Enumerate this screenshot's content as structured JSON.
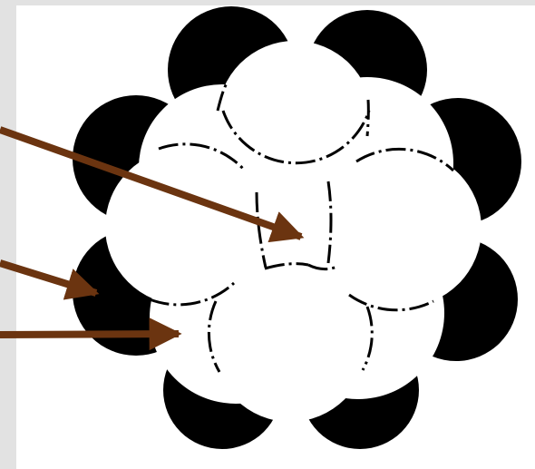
{
  "diagram": {
    "kind": "overlapping-circles",
    "colors": {
      "background": "#ffffff",
      "frame": "#e2e2e2",
      "lobe_fill": "#000000",
      "circle_fill": "#ffffff",
      "dash": "#000000",
      "arrow": "#6b3410"
    },
    "lobes": {
      "count": 8,
      "fill": "black"
    },
    "white_circles": {
      "count": 7,
      "outline": "dashed"
    },
    "arrows": [
      {
        "id": "arrow-top",
        "points_to": "central-circle-overlap"
      },
      {
        "id": "arrow-middle",
        "points_to": "black-lobe"
      },
      {
        "id": "arrow-bottom",
        "points_to": "white-region-between-circles"
      }
    ]
  }
}
